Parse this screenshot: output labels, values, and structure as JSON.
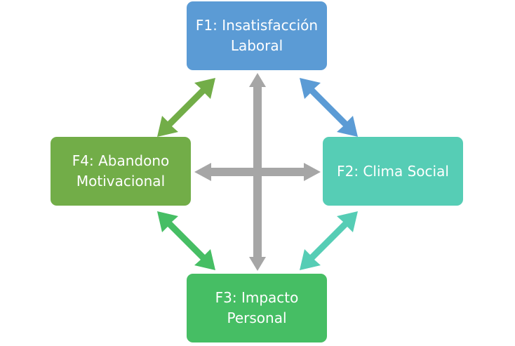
{
  "diagram": {
    "nodes": {
      "f1": {
        "label": "F1: Insatisfacción Laboral",
        "color": "#5b9bd5"
      },
      "f2": {
        "label": "F2: Clima Social",
        "color": "#56cdb5"
      },
      "f3": {
        "label": "F3: Impacto Personal",
        "color": "#46be64"
      },
      "f4": {
        "label": "F4: Abandono Motivacional",
        "color": "#72ad48"
      }
    },
    "arrows": {
      "f1_f2": {
        "color": "#5b9bd5"
      },
      "f2_f3": {
        "color": "#56cdb5"
      },
      "f3_f4": {
        "color": "#46be64"
      },
      "f4_f1": {
        "color": "#72ad48"
      },
      "f1_f3": {
        "color": "#a6a6a6"
      },
      "f4_f2": {
        "color": "#a6a6a6"
      }
    }
  }
}
